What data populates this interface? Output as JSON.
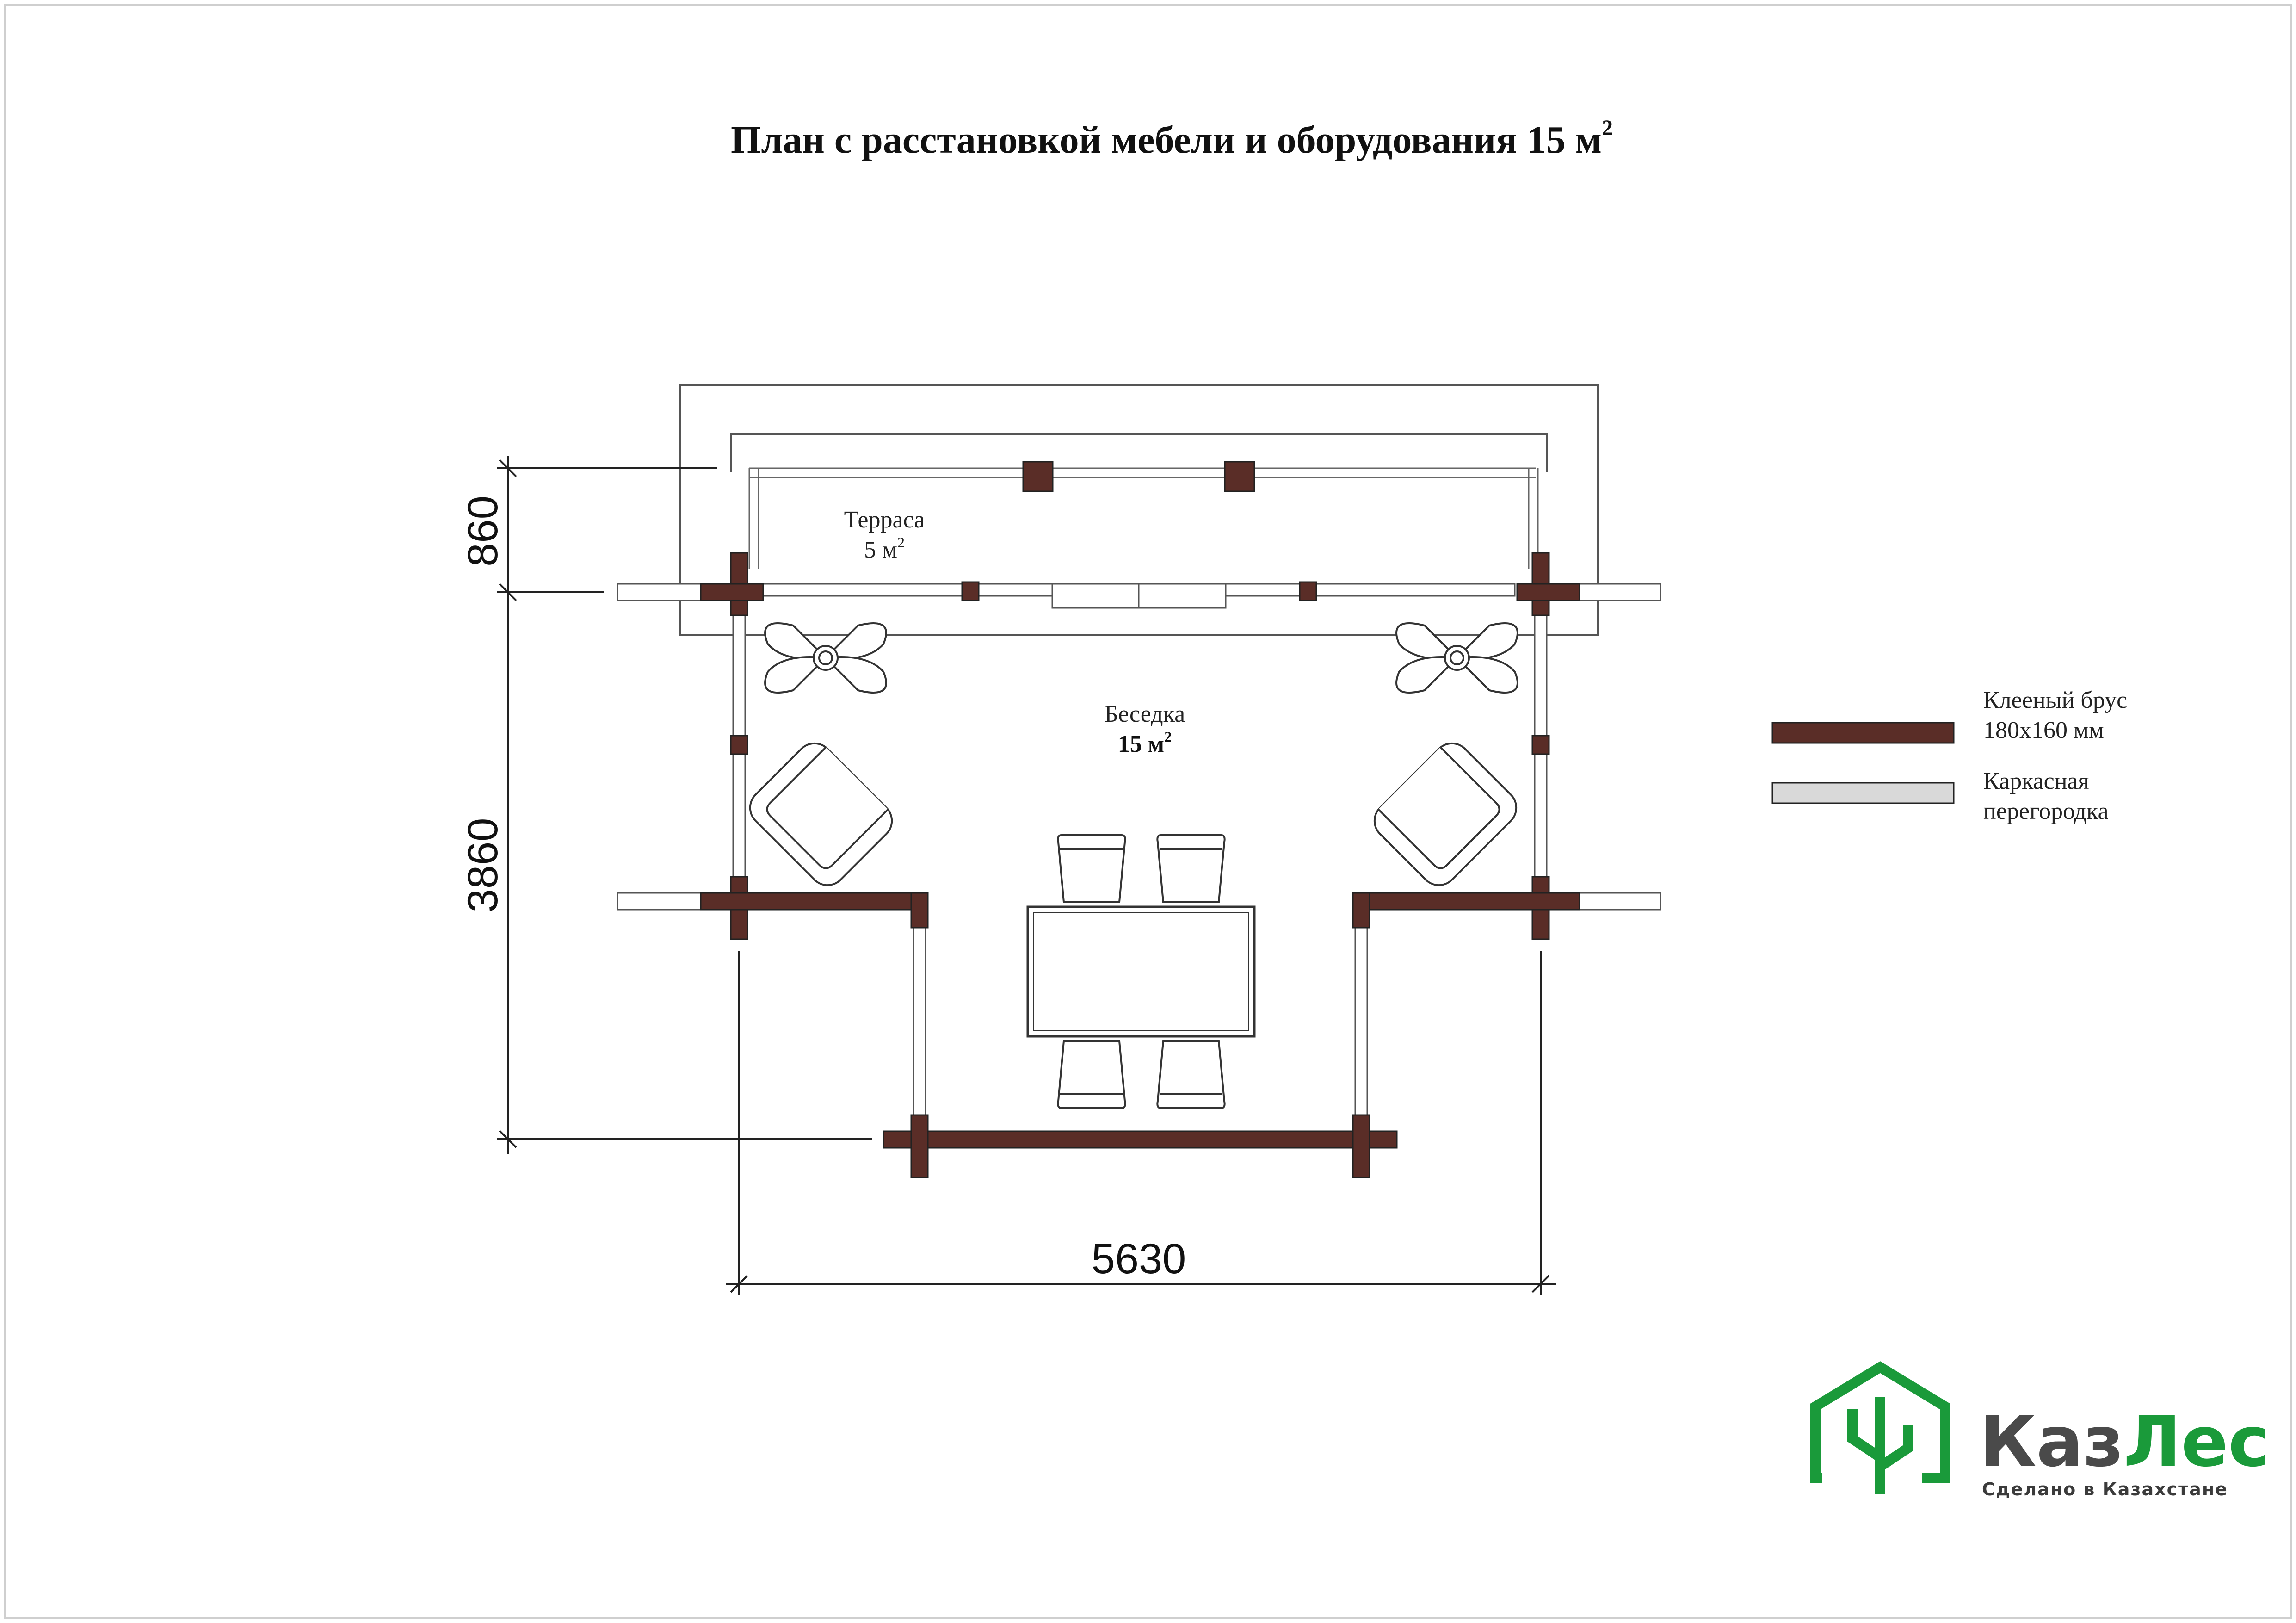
{
  "title": {
    "text": "План с расстановкой мебели и оборудования  15 м",
    "sup": "2"
  },
  "rooms": {
    "terrace": {
      "name": "Терраса",
      "area": "5 м",
      "sup": "2"
    },
    "gazebo": {
      "name": "Беседка",
      "area": "15 м",
      "sup": "2"
    }
  },
  "dimensions": {
    "top_left": "860",
    "left_main": "3860",
    "bottom": "5630"
  },
  "legend": {
    "timber": {
      "line1": "Клееный  брус",
      "line2": "180х160 мм",
      "color": "#5a2d27"
    },
    "frame_wall": {
      "line1": "Каркасная",
      "line2": "перегородка",
      "color": "#d9d9d9"
    }
  },
  "logo": {
    "name_part1": "Каз",
    "name_part2": "Лес",
    "tagline": "Сделано  в  Казахстане",
    "colors": {
      "gray": "#4a4a4a",
      "green": "#1a9a3a"
    }
  },
  "colors": {
    "timber": "#5a2d27",
    "partition": "#d9d9d9",
    "line": "#333333"
  }
}
